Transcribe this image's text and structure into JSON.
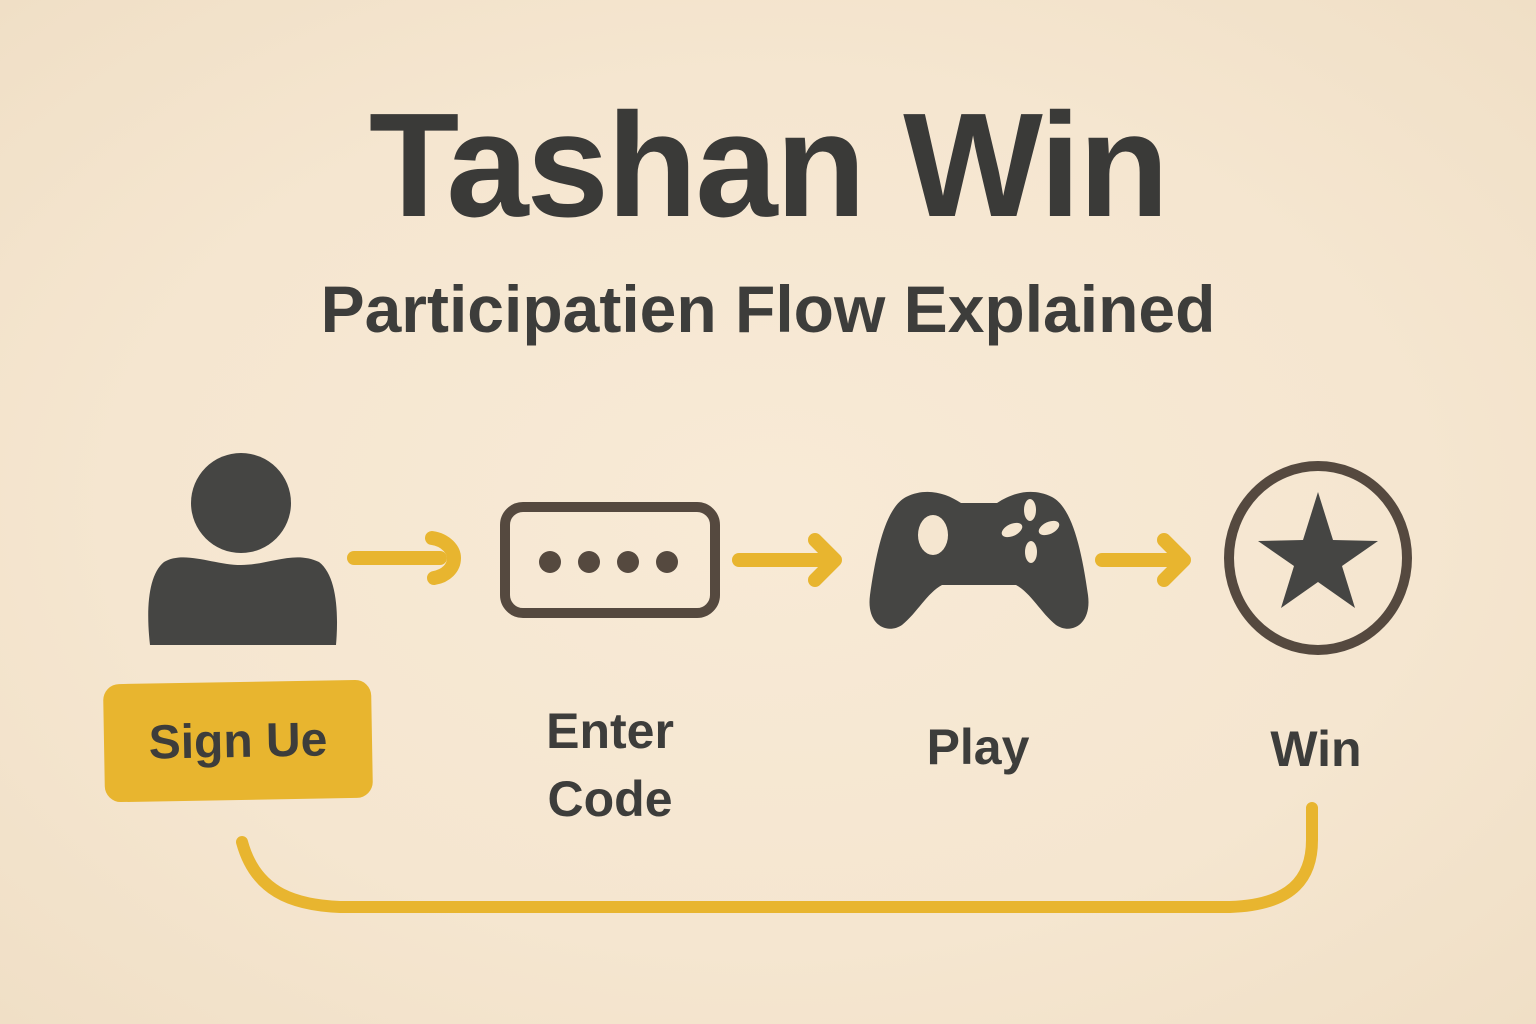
{
  "header": {
    "title": "Tashan Win",
    "subtitle": "Participatien Flow Explained"
  },
  "flow": {
    "steps": [
      {
        "icon": "user-icon",
        "label": "Sign Ue"
      },
      {
        "icon": "code-entry-icon",
        "label_line1": "Enter",
        "label_line2": "Code"
      },
      {
        "icon": "gamepad-icon",
        "label": "Play"
      },
      {
        "icon": "star-circle-icon",
        "label": "Win"
      }
    ],
    "colors": {
      "accent": "#e8b52f",
      "icon_dark": "#454543",
      "icon_brown": "#55493f",
      "background": "#f5e6d0"
    }
  }
}
